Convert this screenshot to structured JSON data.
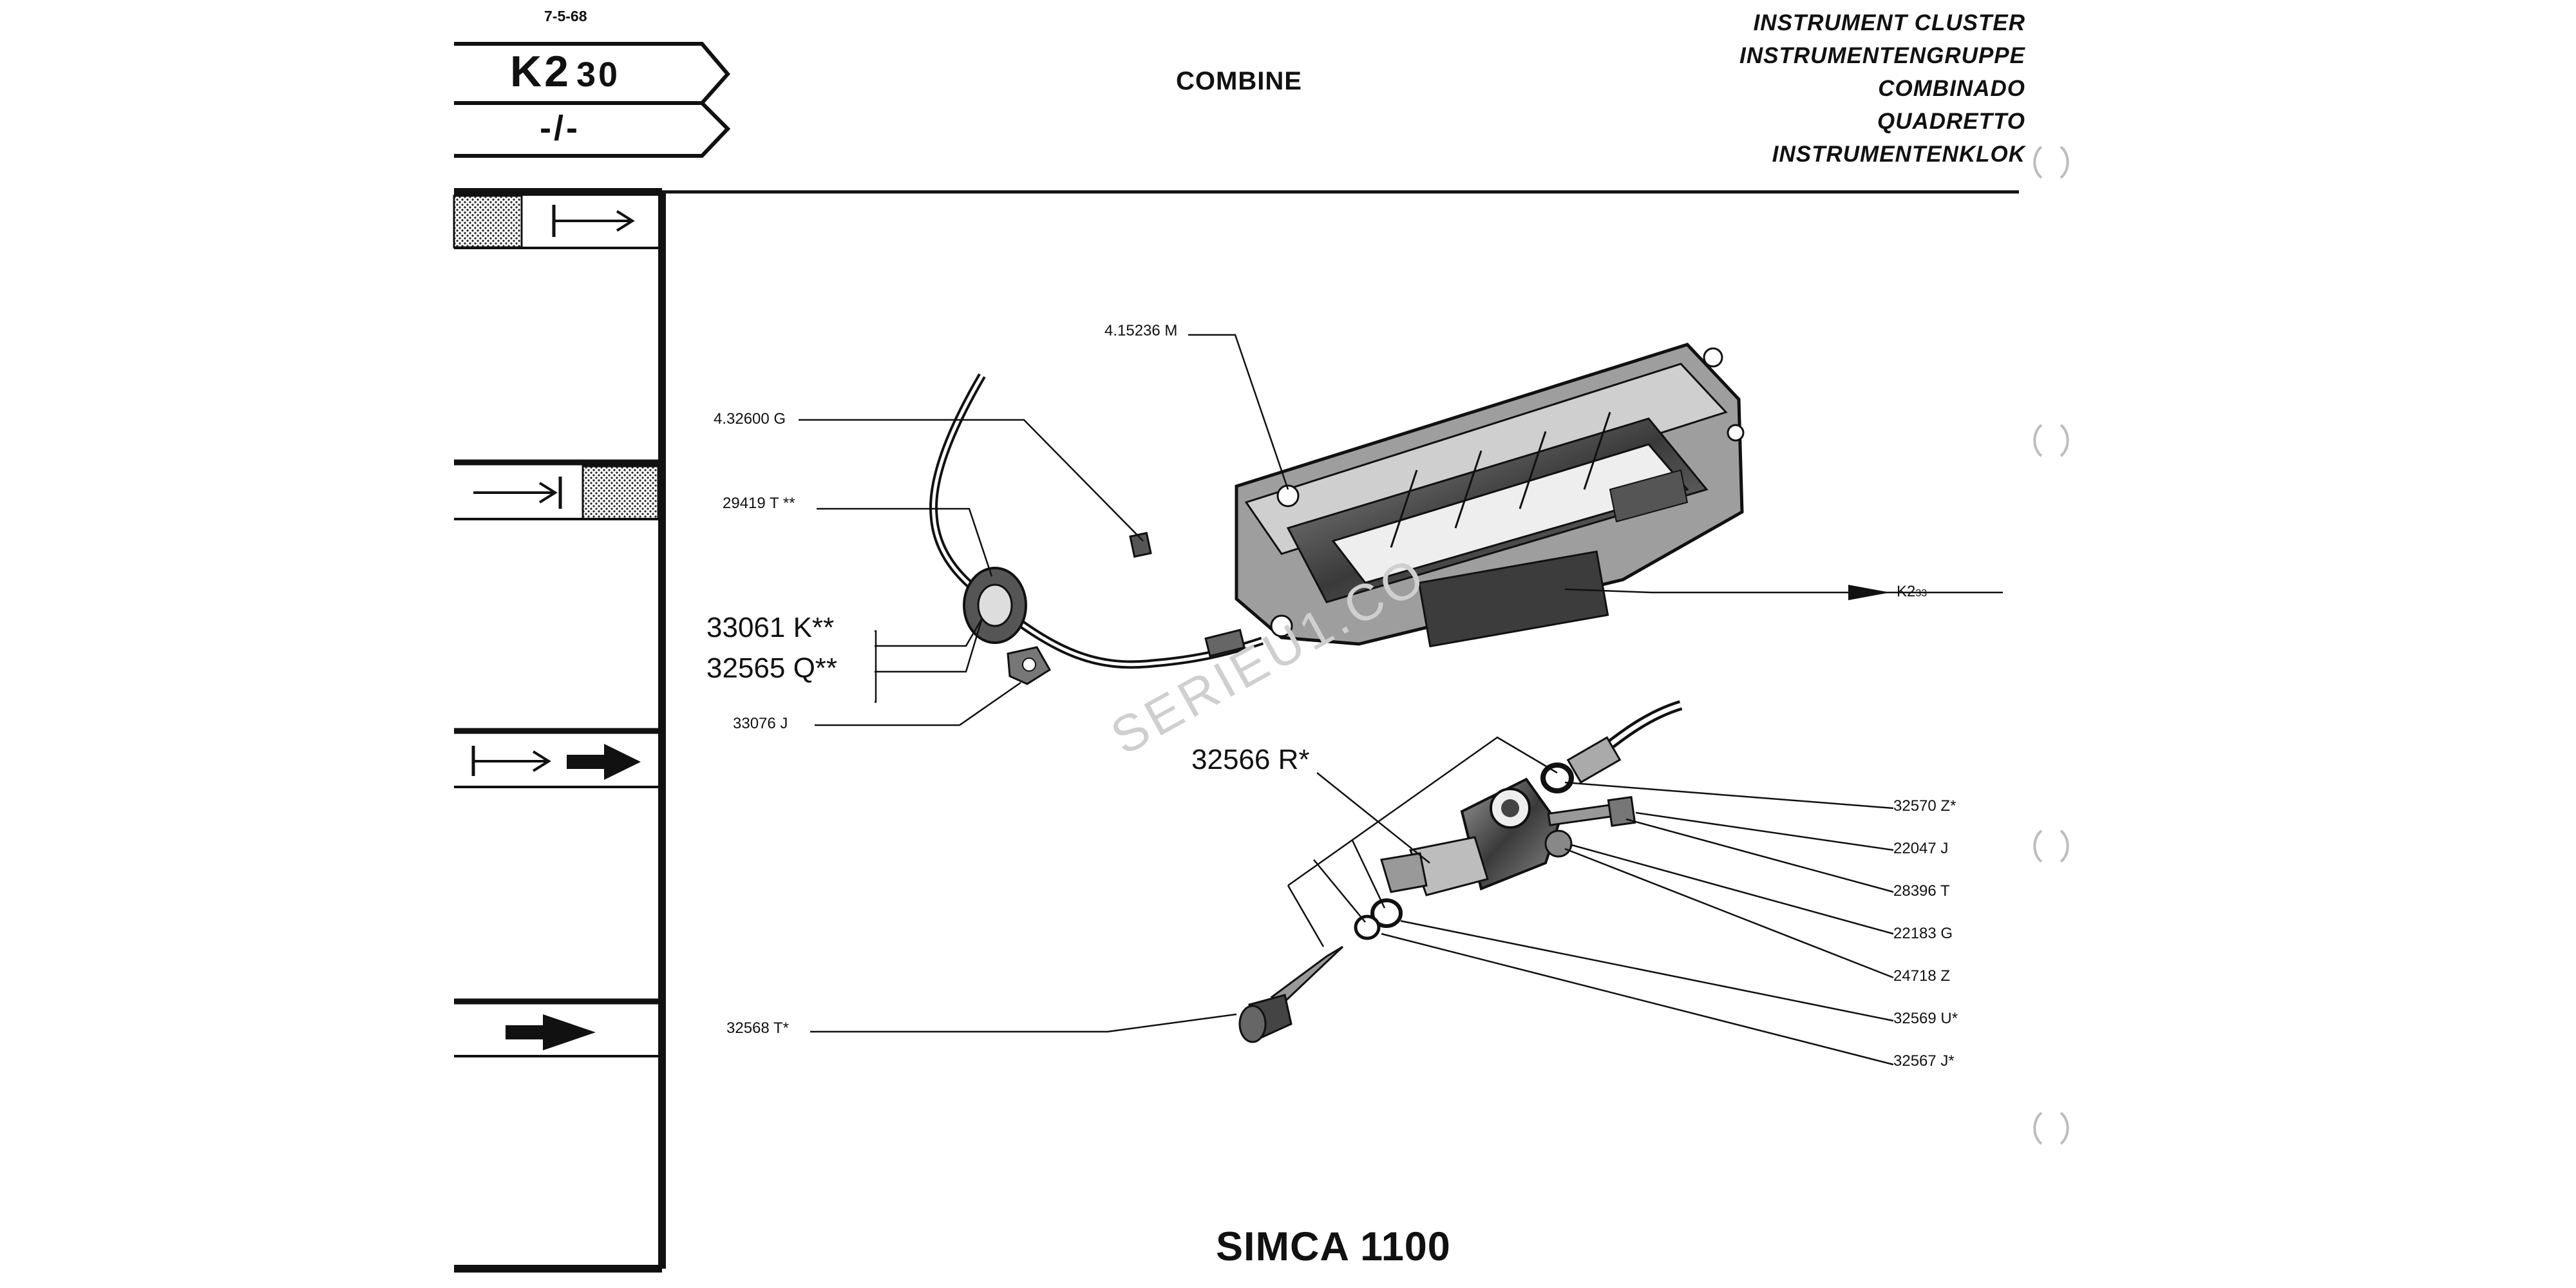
{
  "header": {
    "date": "7-5-68",
    "sheet": {
      "code": "K2",
      "sub": "30",
      "page": "-/-"
    },
    "center_title": "COMBINE",
    "titles": [
      "INSTRUMENT CLUSTER",
      "INSTRUMENTENGRUPPE",
      "COMBINADO",
      "QUADRETTO",
      "INSTRUMENTENKLOK"
    ]
  },
  "parts": {
    "p415236": "4.15236  M",
    "p432600": "4.32600  G",
    "p29419": "29419  T **",
    "p33061": "33061 K**",
    "p32565": "32565 Q**",
    "p33076": "33076  J",
    "p32566": "32566 R*",
    "p32568": "32568  T*",
    "ref_k2": "K2",
    "ref_k2_sub": "33",
    "right": [
      "32570  Z*",
      "22047  J",
      "28396  T",
      "22183  G",
      "24718  Z",
      "32569  U*",
      "32567  J*"
    ]
  },
  "footer": "SIMCA 1100",
  "watermark": "SERIEU1.CO"
}
